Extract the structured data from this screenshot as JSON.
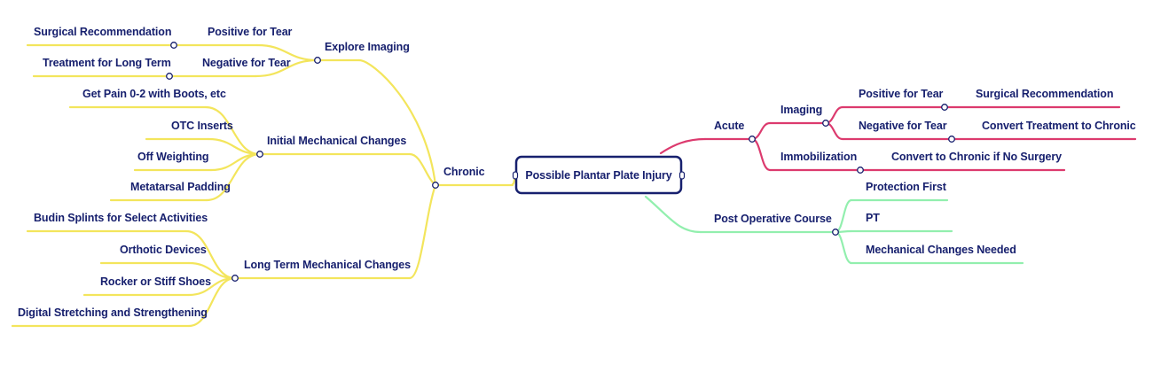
{
  "root": {
    "label": "Possible Plantar Plate Injury"
  },
  "colors": {
    "chronic": "#f3e55c",
    "acute": "#dc3a6e",
    "postop": "#92efae",
    "text": "#17206e",
    "root_border": "#17206e"
  },
  "chronic": {
    "label": "Chronic",
    "explore_imaging": {
      "label": "Explore Imaging",
      "positive": {
        "label": "Positive for Tear",
        "child": "Surgical Recommendation"
      },
      "negative": {
        "label": "Negative for Tear",
        "child": "Treatment for Long Term"
      }
    },
    "initial": {
      "label": "Initial Mechanical Changes",
      "items": [
        "Get Pain 0-2 with Boots, etc",
        "OTC Inserts",
        "Off Weighting",
        "Metatarsal Padding"
      ]
    },
    "long_term": {
      "label": "Long Term Mechanical Changes",
      "items": [
        "Budin Splints for Select Activities",
        "Orthotic Devices",
        "Rocker or Stiff Shoes",
        "Digital Stretching and Strengthening"
      ]
    }
  },
  "acute": {
    "label": "Acute",
    "imaging": {
      "label": "Imaging",
      "positive": {
        "label": "Positive for Tear",
        "child": "Surgical Recommendation"
      },
      "negative": {
        "label": "Negative for Tear",
        "child": "Convert Treatment to Chronic"
      }
    },
    "immobilization": {
      "label": "Immobilization",
      "child": "Convert to Chronic if No Surgery"
    }
  },
  "postop": {
    "label": "Post Operative Course",
    "items": [
      "Protection First",
      "PT",
      "Mechanical Changes Needed"
    ]
  }
}
